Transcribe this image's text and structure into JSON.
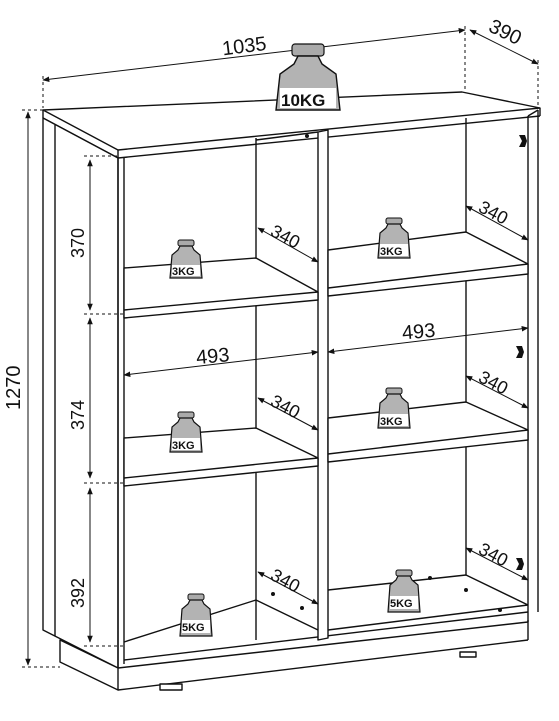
{
  "dimensions": {
    "width": "1035",
    "depth": "390",
    "height": "1270",
    "shelf_heights": [
      "370",
      "374",
      "392"
    ],
    "compartment_width_left": "493",
    "compartment_width_right": "493",
    "shelf_depths": [
      "340",
      "340",
      "340",
      "340",
      "340",
      "340"
    ]
  },
  "loads": {
    "top": "10KG",
    "shelves": [
      "3KG",
      "3KG",
      "3KG",
      "3KG"
    ],
    "bottom": [
      "5KG",
      "5KG"
    ]
  }
}
